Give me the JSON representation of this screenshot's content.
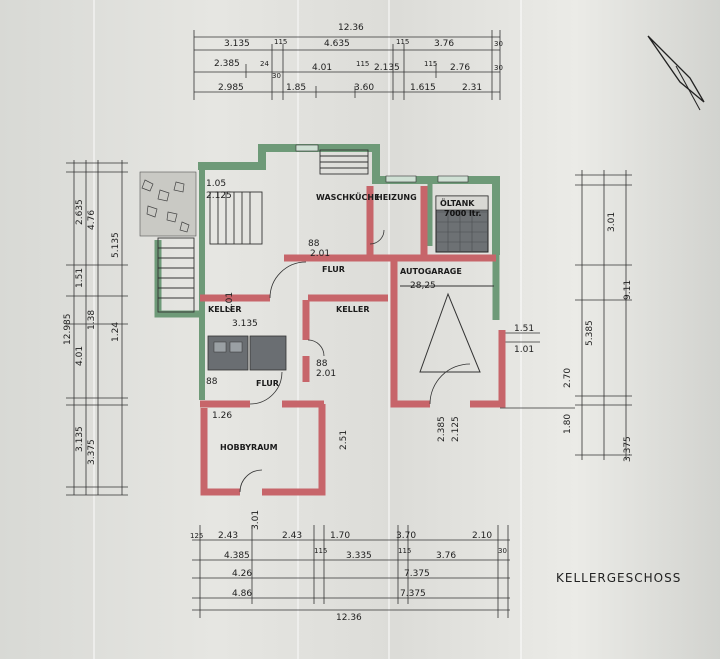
{
  "sheet": {
    "title": "KELLERGESCHOSS"
  },
  "rooms": {
    "waschkueche": "WASCHKÜCHE",
    "heizung": "HEIZUNG",
    "oeltank": "ÖLTANK",
    "tank_volume": "7000 ltr.",
    "flur_top": "FLUR",
    "keller_left": "KELLER",
    "keller_mid": "KELLER",
    "autogarage": "AUTOGARAGE",
    "flur_bottom": "FLUR",
    "hobbyraum": "HOBBYRAUM"
  },
  "room_areas": {
    "autogarage": "28,25",
    "keller_left": "3.135"
  },
  "dims_top": {
    "total": "12.36",
    "r1": [
      "3.135",
      "115",
      "4.635",
      "115",
      "3.76",
      "30"
    ],
    "r2": [
      "2.385",
      "24",
      "30",
      "4.01",
      "115",
      "2.135",
      "115",
      "2.76",
      "30"
    ],
    "r3": [
      "2.985",
      "1.85",
      "3.60",
      "1.615",
      "2.31"
    ]
  },
  "dims_bottom": {
    "r1": [
      "125",
      "2.43",
      "3.01",
      "2.43",
      "1.70",
      "3.70",
      "2.10"
    ],
    "r2": [
      "4.385",
      "115",
      "3.335",
      "115",
      "3.76",
      "30"
    ],
    "r3": [
      "4.26",
      "7.375"
    ],
    "r4": [
      "4.86",
      "7.375"
    ],
    "total": "12.36"
  },
  "dims_left": {
    "total": "12.985",
    "segments": [
      "2.635",
      "1.51",
      "4.01",
      "3.135"
    ],
    "inner": [
      "4.76",
      "5.135",
      "1.24",
      "1.38",
      "3.375"
    ]
  },
  "dims_right": {
    "total": "9.11",
    "inner": [
      "3.01",
      "5.385",
      "2.70",
      "1.80",
      "3.375"
    ],
    "opening": [
      "1.51",
      "1.01"
    ]
  },
  "door_labels": [
    "1.05",
    "2.125",
    "88",
    "2.01",
    "88",
    "2.01",
    "2.01",
    "1.26",
    "2.51",
    "2.385",
    "2.125",
    "88"
  ]
}
